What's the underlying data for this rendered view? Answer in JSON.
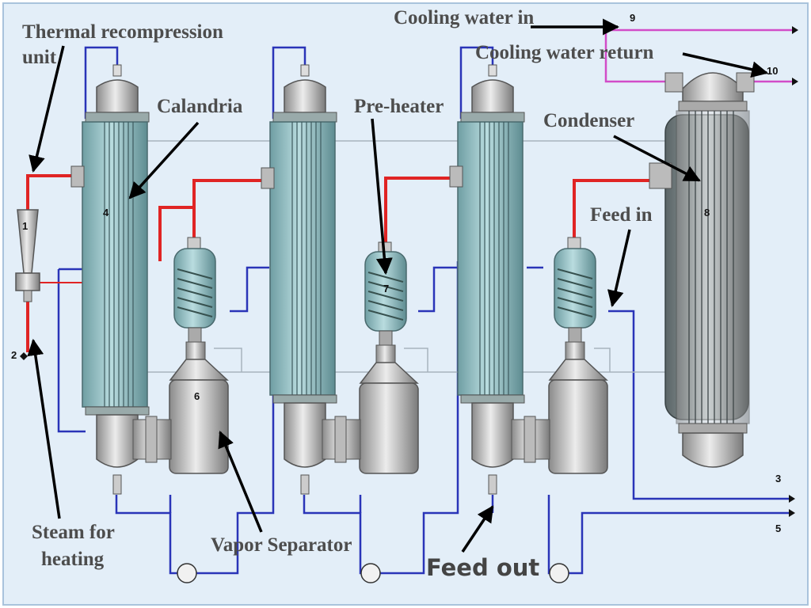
{
  "labels": {
    "thermal_line1": "Thermal  recompression",
    "thermal_line2": "unit",
    "cooling_water_in": "Cooling water in",
    "cooling_water_return": "Cooling water return",
    "calandria": "Calandria",
    "pre_heater": "Pre-heater",
    "condenser": "Condenser",
    "feed_in": "Feed in",
    "steam_line1": "Steam for",
    "steam_line2": "heating",
    "vapor_separator": "Vapor Separator",
    "feed_out": "Feed out"
  },
  "stream_numbers": {
    "n1": "1",
    "n2": "2",
    "n3": "3",
    "n4": "4",
    "n5": "5",
    "n6": "6",
    "n7": "7",
    "n8": "8",
    "n9": "9",
    "n10": "10"
  },
  "colors": {
    "background": "#e3eef8",
    "steam_line": "#e02424",
    "process_line": "#2a34b8",
    "cooling_line": "#d24cc8",
    "vessel_teal": "#8fbcc0",
    "vessel_grey": "#c8c8c8",
    "arrow": "#000000"
  }
}
